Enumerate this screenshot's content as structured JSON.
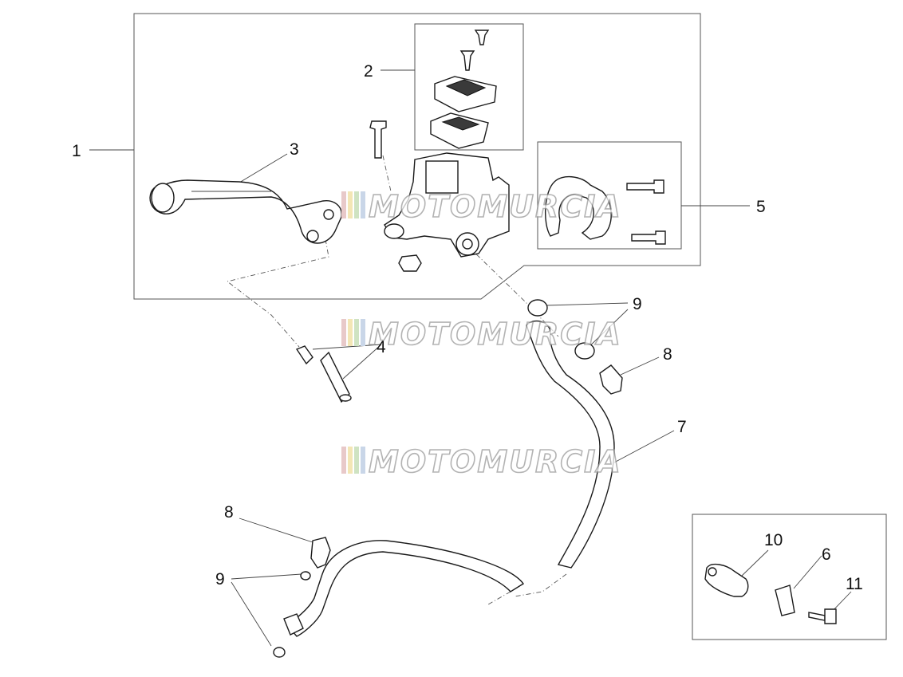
{
  "callouts": [
    {
      "id": "c1",
      "label": "1"
    },
    {
      "id": "c2",
      "label": "2"
    },
    {
      "id": "c3",
      "label": "3"
    },
    {
      "id": "c4",
      "label": "4"
    },
    {
      "id": "c5",
      "label": "5"
    },
    {
      "id": "c6",
      "label": "6"
    },
    {
      "id": "c7",
      "label": "7"
    },
    {
      "id": "c8a",
      "label": "8"
    },
    {
      "id": "c8b",
      "label": "8"
    },
    {
      "id": "c9a",
      "label": "9"
    },
    {
      "id": "c9b",
      "label": "9"
    },
    {
      "id": "c10",
      "label": "10"
    },
    {
      "id": "c11",
      "label": "11"
    }
  ],
  "watermark": {
    "text": "MOTOMURCIA",
    "stripe_colors": [
      "#e8c9c9",
      "#f3e6b5",
      "#cfe3c2",
      "#c9d6e8"
    ]
  }
}
